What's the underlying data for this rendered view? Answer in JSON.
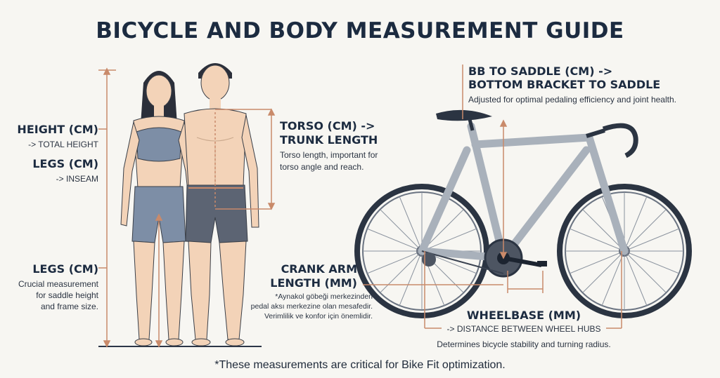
{
  "title": "BICYCLE AND BODY MEASUREMENT GUIDE",
  "labels": {
    "height_title": "HEIGHT (CM)",
    "height_sub": "-> TOTAL HEIGHT",
    "legs_top_title": "LEGS (CM)",
    "legs_top_sub": "-> INSEAM",
    "legs_bottom_title": "LEGS (CM)",
    "legs_bottom_desc_1": "Crucial measurement",
    "legs_bottom_desc_2": "for saddle height",
    "legs_bottom_desc_3": "and frame size.",
    "torso_title_1": "TORSO (CM) ->",
    "torso_title_2": "TRUNK LENGTH",
    "torso_desc_1": "Torso length, important for",
    "torso_desc_2": "torso angle and reach.",
    "bb_title_1": "BB TO SADDLE (CM) ->",
    "bb_title_2": "BOTTOM BRACKET TO SADDLE",
    "bb_desc": "Adjusted for optimal pedaling efficiency and joint health.",
    "crank_title_1": "CRANK ARM",
    "crank_title_2": "LENGTH (MM)",
    "crank_desc_1": "*Aynakol göbeği merkezinden",
    "crank_desc_2": "pedal aksı merkezine olan mesafedir.",
    "crank_desc_3": "Verimlilik ve konfor için önemlidir.",
    "wheelbase_title": "WHEELBASE (MM)",
    "wheelbase_sub": "-> DISTANCE BETWEEN WHEEL HUBS",
    "wheelbase_desc": "Determines bicycle stability and turning radius."
  },
  "footer": "*These measurements are critical for Bike Fit optimization.",
  "colors": {
    "accent": "#c98a6a",
    "navy": "#1c2b40",
    "skin": "#f3d3b8",
    "garment": "#7d8ea6",
    "frame": "#a9b1bb"
  }
}
